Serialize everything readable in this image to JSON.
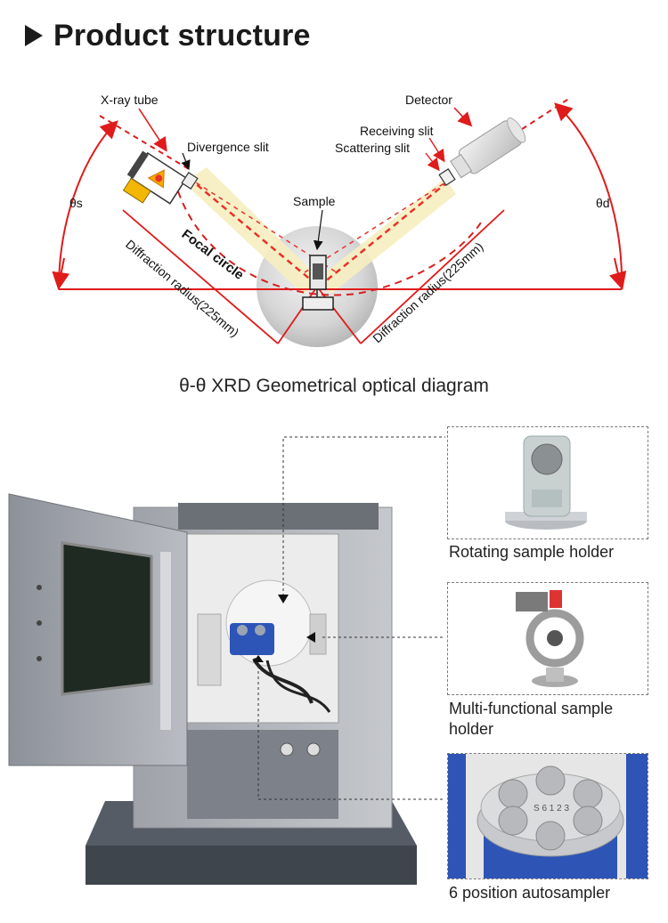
{
  "header": {
    "title": "Product structure",
    "arrow_icon": "right-triangle-icon"
  },
  "diagram": {
    "labels": {
      "xray_tube": "X-ray tube",
      "divergence_slit": "Divergence slit",
      "detector": "Detector",
      "receiving_slit": "Receiving slit",
      "scattering_slit": "Scattering slit",
      "sample": "Sample",
      "theta_s": "θs",
      "theta_d": "θd",
      "focal_circle": "Focal circle",
      "radius_left": "Diffraction radius(225mm)",
      "radius_right": "Diffraction radius(225mm)"
    },
    "colors": {
      "beam": "#e8322b",
      "arc": "#e01b1b",
      "cone": "#f6eec0",
      "tube_body": "#f2b705"
    },
    "caption": "θ-θ XRD Geometrical optical diagram"
  },
  "accessories": [
    {
      "caption": "Rotating sample holder"
    },
    {
      "caption": "Multi-functional sample holder"
    },
    {
      "caption": "6 position autosampler",
      "disc_text": "S 6 1 2 3"
    }
  ]
}
